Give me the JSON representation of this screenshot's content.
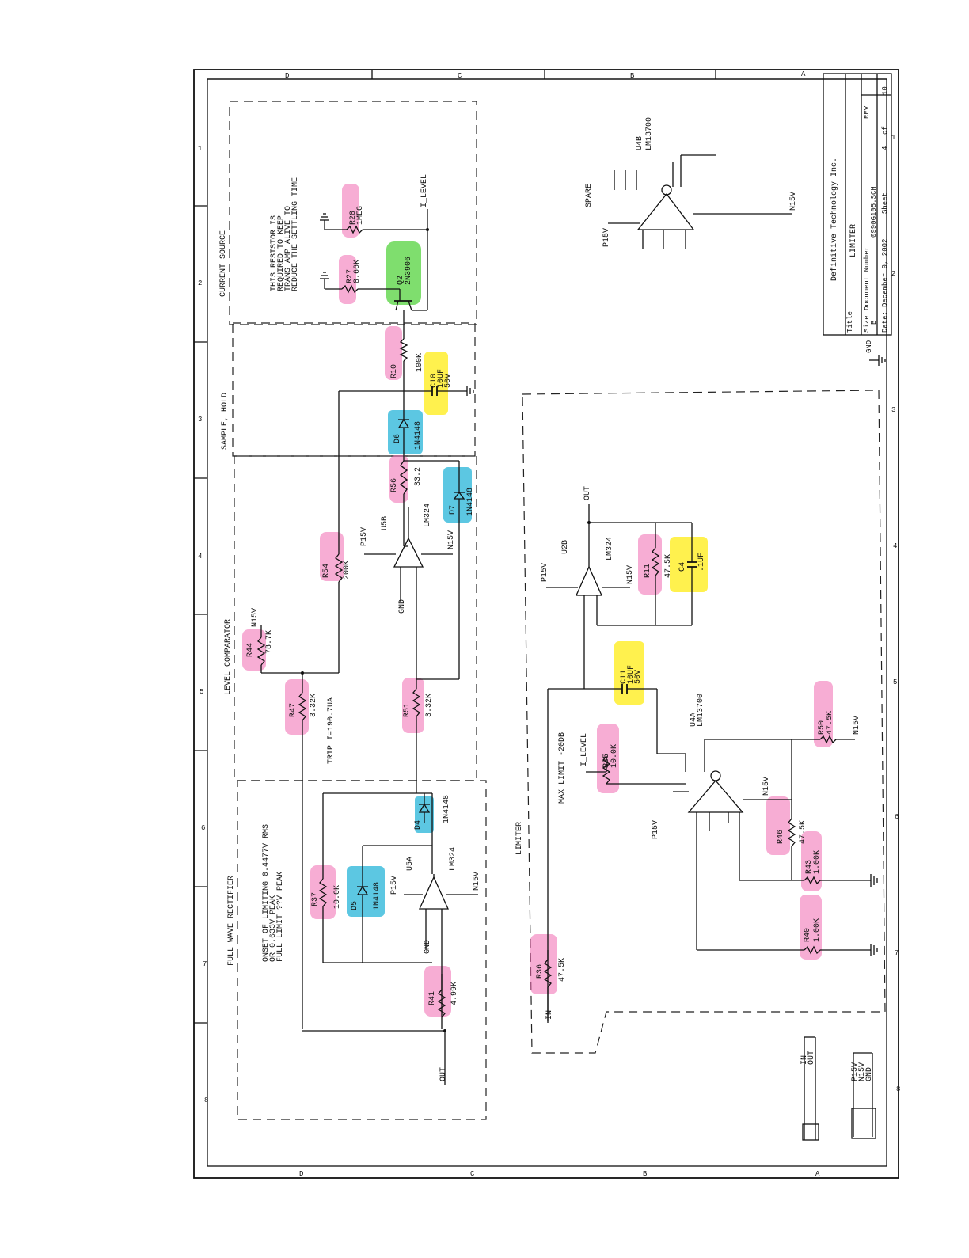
{
  "title_block": {
    "company": "Definitive Technology Inc.",
    "title_label": "Title",
    "title": "LIMITER",
    "size_label": "Size",
    "size": "B",
    "doc_number_label": "Document Number",
    "doc_number": "0990G105.SCH",
    "rev_label": "REV",
    "date_label": "Date:",
    "date": "December  9, 2002",
    "sheet_label": "Sheet",
    "sheet": "4",
    "of_label": "of",
    "sheet_total": "10"
  },
  "border": {
    "letters": [
      "D",
      "C",
      "B",
      "A"
    ],
    "numbers": [
      "1",
      "2",
      "3",
      "4",
      "5",
      "6",
      "7",
      "8"
    ]
  },
  "sections": {
    "current_source": "CURRENT SOURCE",
    "sample_hold": "SAMPLE, HOLD",
    "level_comparator": "LEVEL COMPARATOR",
    "full_wave_rectifier": "FULL WAVE RECTIFIER",
    "limiter": "LIMITER",
    "spare": "SPARE"
  },
  "notes": {
    "resistor_note": [
      "THIS RESISTOR IS",
      "REQUIRED TO KEEP",
      "TRANS AMP ALIVE TO",
      "REDUCE THE SETTLING TIME"
    ],
    "onset_note": [
      "ONSET OF LIMITING 0.4477V RMS",
      "OR 0.633V PEAK",
      "FULL LIMIT ??V PEAK"
    ],
    "trip": "TRIP I=190.7UA",
    "max_limit": "MAX LIMIT -20DB"
  },
  "nets": {
    "p15v": "P15V",
    "n15v": "N15V",
    "gnd": "GND",
    "i_level": "I_LEVEL",
    "in": "IN",
    "out": "OUT"
  },
  "components": {
    "r28": {
      "ref": "R28",
      "value": "1MEG"
    },
    "r27": {
      "ref": "R27",
      "value": "8.66K"
    },
    "q2": {
      "ref": "Q2",
      "value": "2N3906"
    },
    "r10": {
      "ref": "R10",
      "value": "100K"
    },
    "c10": {
      "ref": "C10",
      "value": "10UF",
      "rating": "50V"
    },
    "d6": {
      "ref": "D6",
      "value": "1N4148"
    },
    "r56": {
      "ref": "R56",
      "value": "33.2"
    },
    "d7": {
      "ref": "D7",
      "value": "1N4148"
    },
    "r54": {
      "ref": "R54",
      "value": "200K"
    },
    "u5b": {
      "ref": "U5B",
      "value": "LM324"
    },
    "r44": {
      "ref": "R44",
      "value": "78.7K"
    },
    "r47": {
      "ref": "R47",
      "value": "3.32K"
    },
    "r51": {
      "ref": "R51",
      "value": "3.32K"
    },
    "d4": {
      "ref": "D4",
      "value": "1N4148"
    },
    "r37": {
      "ref": "R37",
      "value": "10.0K"
    },
    "d5": {
      "ref": "D5",
      "value": "1N4148"
    },
    "u5a": {
      "ref": "U5A",
      "value": "LM324"
    },
    "r41": {
      "ref": "R41",
      "value": "4.99K"
    },
    "u2b": {
      "ref": "U2B",
      "value": "LM324"
    },
    "r11": {
      "ref": "R11",
      "value": "47.5K"
    },
    "c4": {
      "ref": "C4",
      "value": ".1UF"
    },
    "c11": {
      "ref": "C11",
      "value": "10UF",
      "rating": "50V"
    },
    "u4a": {
      "ref": "U4A",
      "value": "LM13700"
    },
    "r35": {
      "ref": "R35",
      "value": "10.0K"
    },
    "r50": {
      "ref": "R50",
      "value": "47.5K"
    },
    "r46": {
      "ref": "R46",
      "value": "47.5K"
    },
    "r43": {
      "ref": "R43",
      "value": "1.00K"
    },
    "r40": {
      "ref": "R40",
      "value": "1.00K"
    },
    "r36": {
      "ref": "R36",
      "value": "47.5K"
    },
    "u4b": {
      "ref": "U4B",
      "value": "LM13700"
    }
  },
  "legend": {
    "in": "IN",
    "out": "OUT",
    "p15v": "P15V",
    "n15v": "N15V",
    "gnd": "GND"
  },
  "colors": {
    "resistor_highlight": "#f06ab0",
    "diode_highlight": "#26b4d8",
    "capacitor_highlight": "#ffee22",
    "transistor_highlight": "#5fd64a"
  }
}
